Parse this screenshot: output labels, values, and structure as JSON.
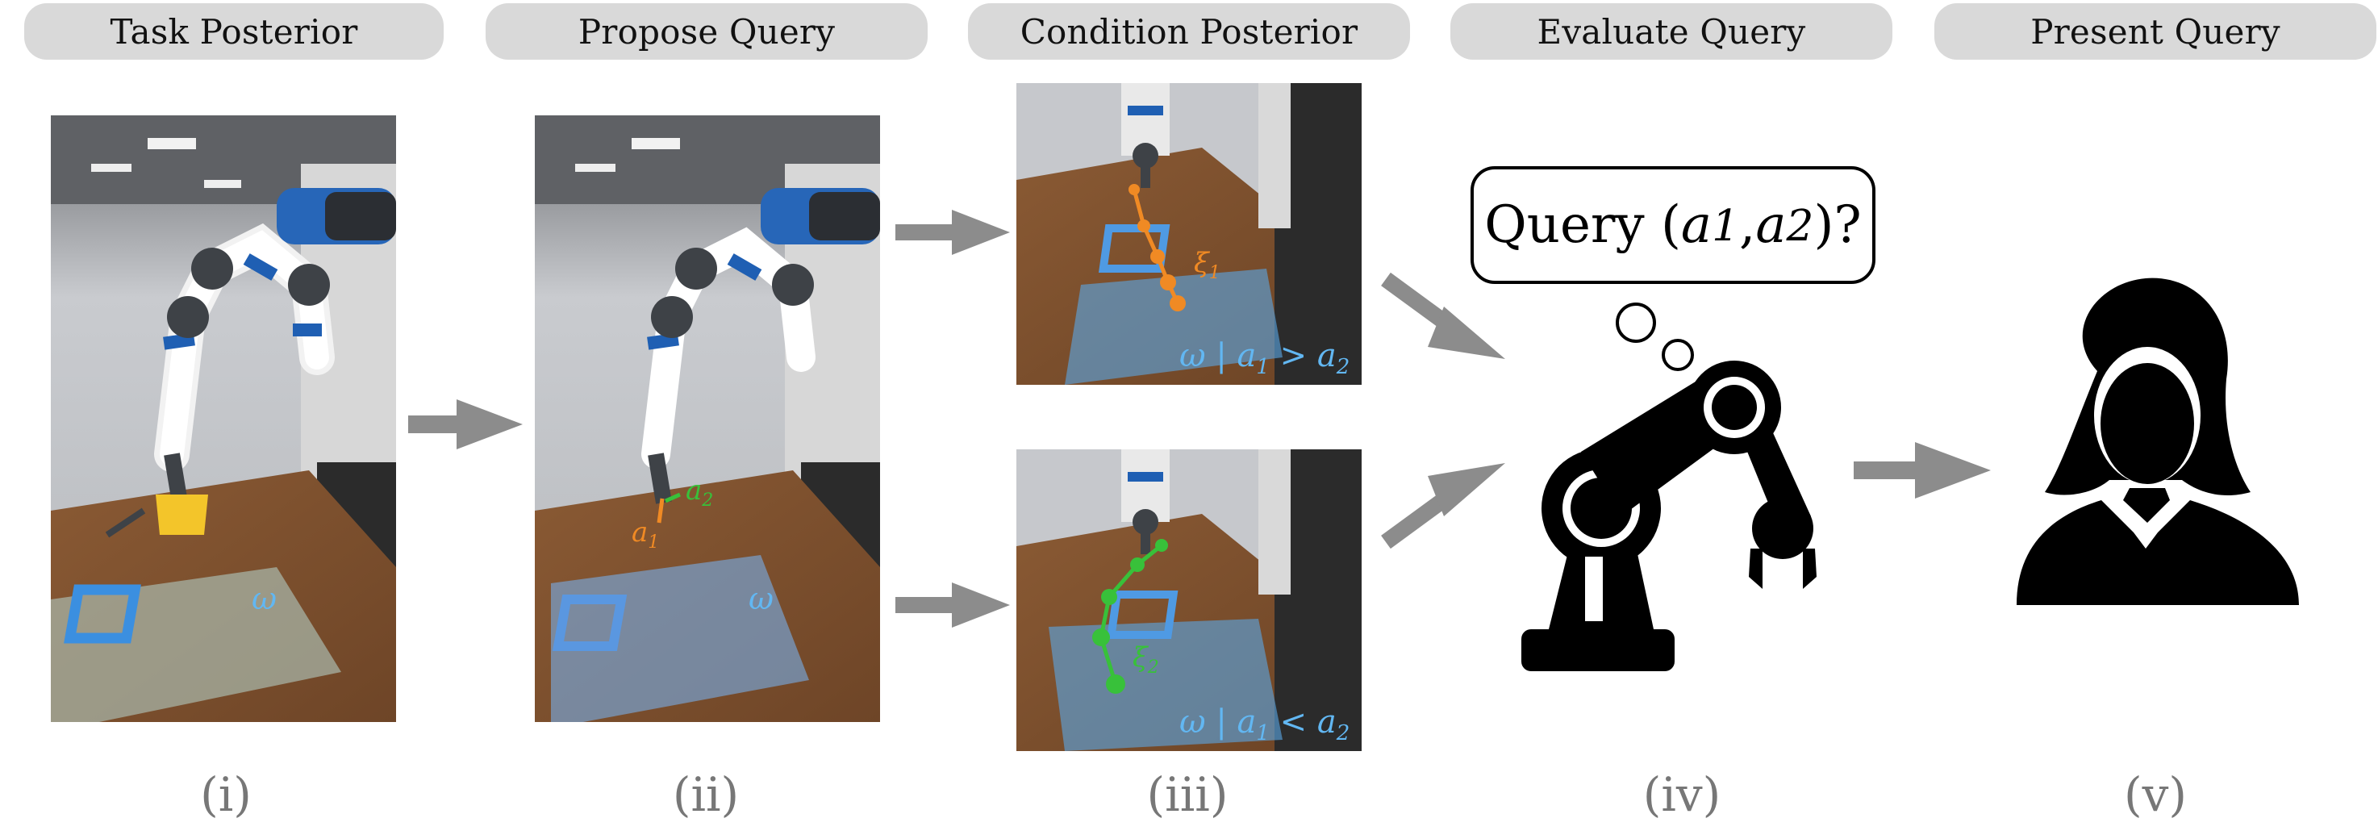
{
  "headers": [
    {
      "id": "task-posterior",
      "label": "Task Posterior"
    },
    {
      "id": "propose-query",
      "label": "Propose Query"
    },
    {
      "id": "condition-posterior",
      "label": "Condition Posterior"
    },
    {
      "id": "evaluate-query",
      "label": "Evaluate Query"
    },
    {
      "id": "present-query",
      "label": "Present Query"
    }
  ],
  "steps": [
    "(i)",
    "(ii)",
    "(iii)",
    "(iv)",
    "(v)"
  ],
  "photo_labels": {
    "omega_1": "ω",
    "omega_2": "ω",
    "a1": "a",
    "a1_sub": "1",
    "a2": "a",
    "a2_sub": "2",
    "xi1": "ξ",
    "xi1_sub": "1",
    "xi2": "ξ",
    "xi2_sub": "2",
    "cond_top": {
      "w": "ω | ",
      "a": "a",
      "s1": "1",
      "op": " > ",
      "b": "a",
      "s2": "2"
    },
    "cond_bottom": {
      "w": "ω | ",
      "a": "a",
      "s1": "1",
      "op": " < ",
      "b": "a",
      "s2": "2"
    }
  },
  "speech_bubble": {
    "prefix": "Query (",
    "a": "a",
    "s1": "1",
    "comma": ", ",
    "b": "a",
    "s2": "2",
    "suffix": ")?"
  },
  "icons": {
    "robot": "robot-arm-icon",
    "human": "person-silhouette-icon",
    "arrow": "arrow-right-icon"
  },
  "colors": {
    "pill_bg": "#d9d9d9",
    "arrow": "#8c8c8c",
    "trajectory_orange": "#f08a24",
    "trajectory_green": "#38c13a",
    "goal_blue": "#5aa8e8",
    "label_blue": "#62b7f2"
  }
}
